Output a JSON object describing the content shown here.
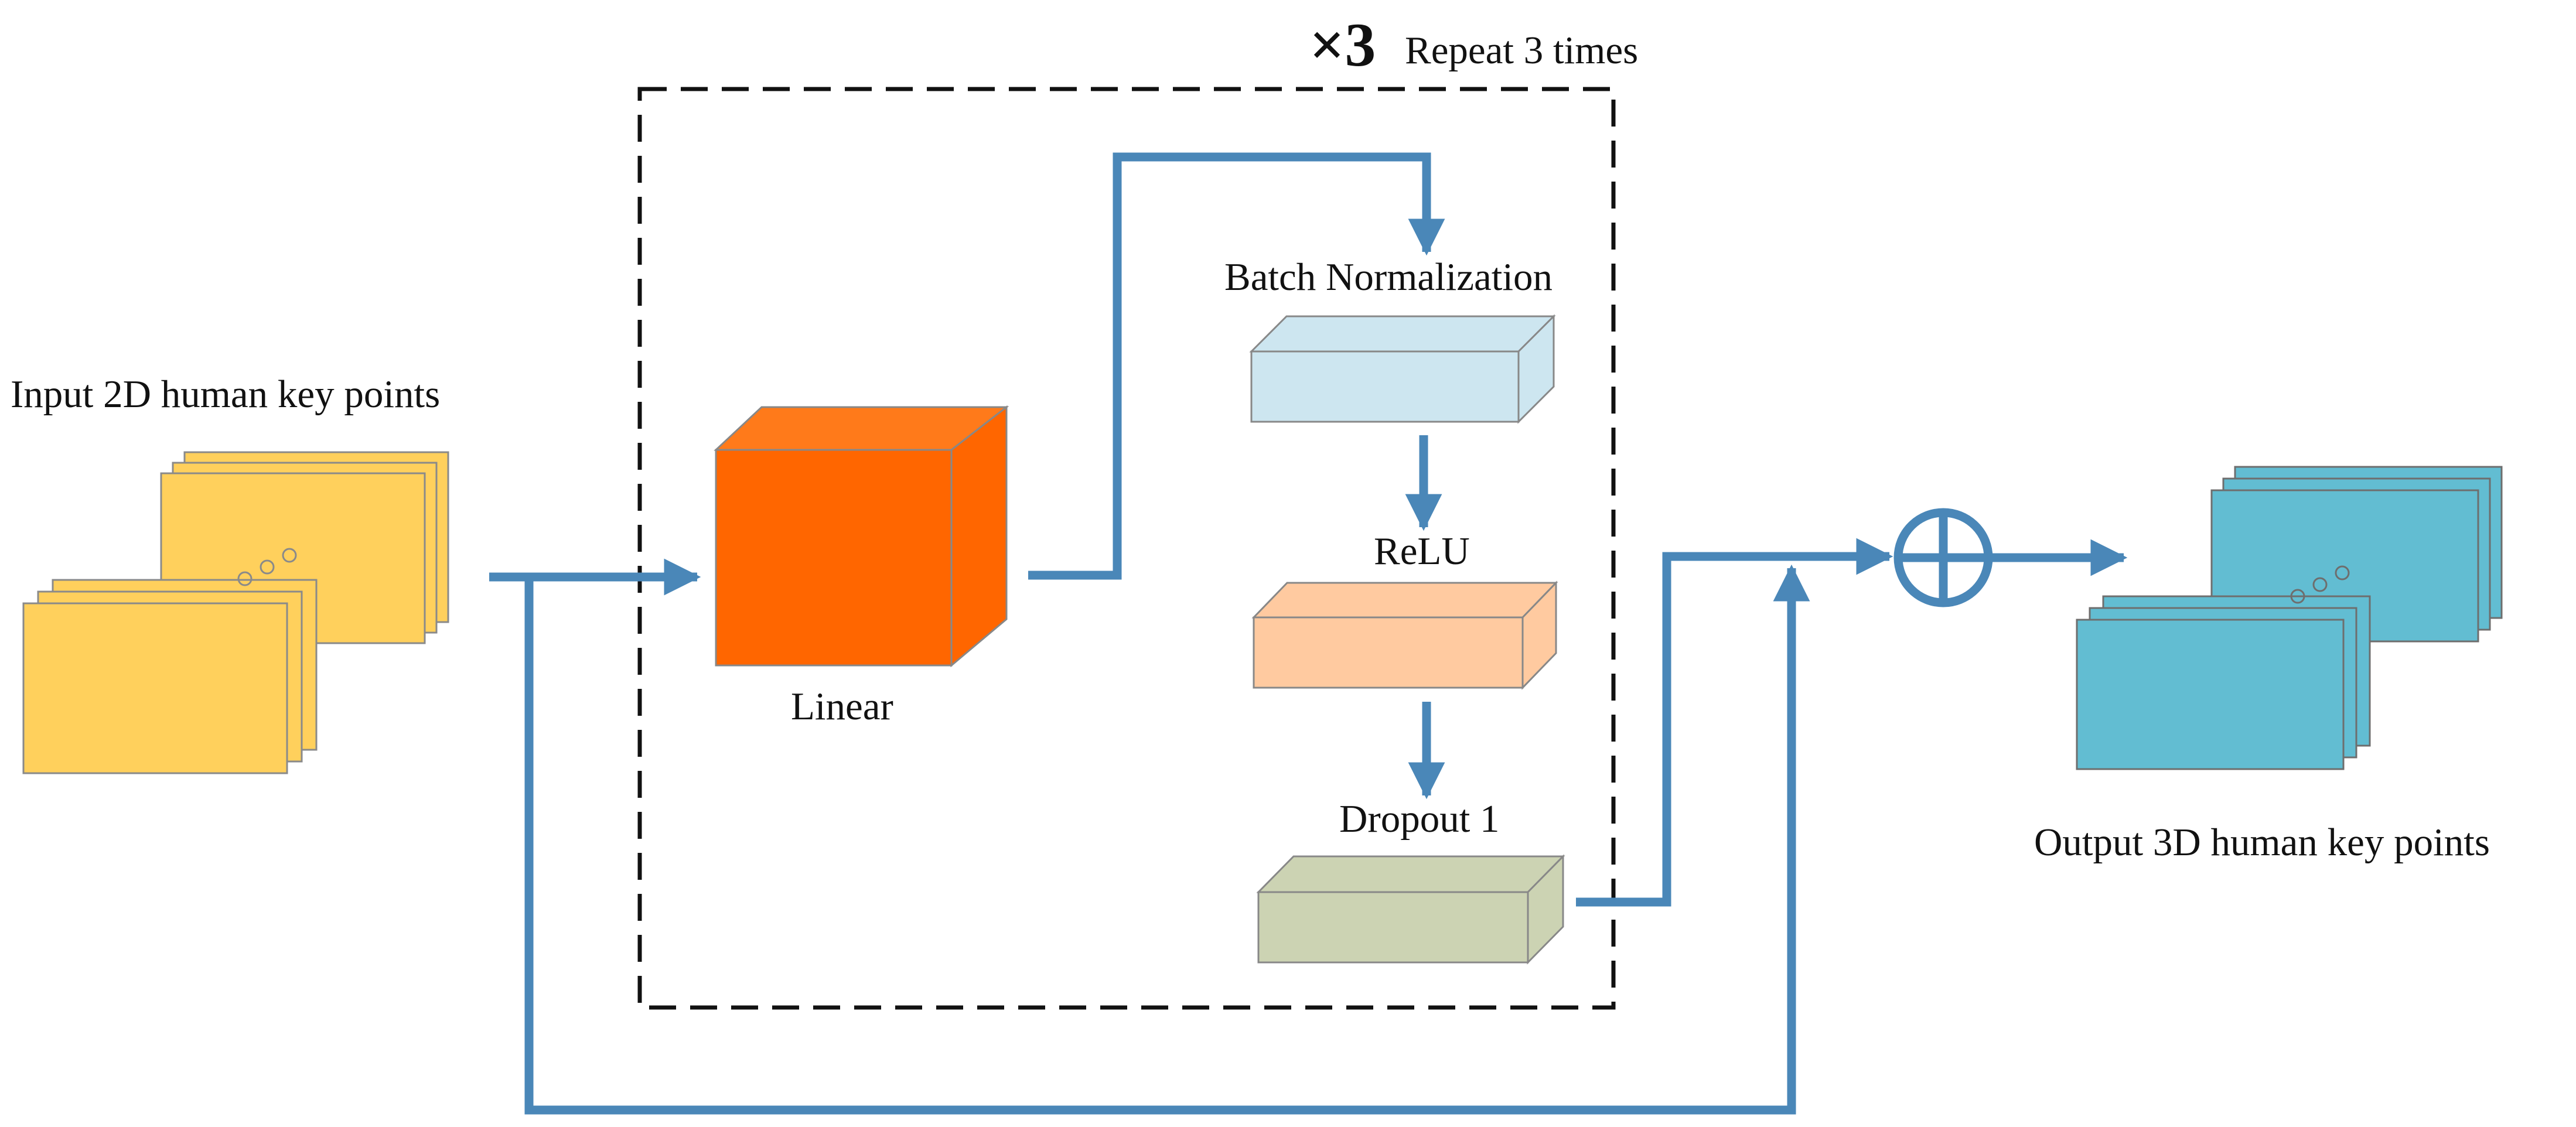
{
  "repeat": {
    "multiplier": "×3",
    "label": "Repeat 3 times"
  },
  "input_label": "Input 2D human key points",
  "output_label": "Output 3D human key points",
  "blocks": {
    "linear": "Linear",
    "batch_norm": "Batch Normalization",
    "relu": "ReLU",
    "dropout": "Dropout 1"
  },
  "colors": {
    "arrow": "#4a87b8",
    "input_stack": "#ffd05c",
    "output_stack": "#62bdd2",
    "linear": "#ff6600",
    "batch_norm": "#cde6f0",
    "relu": "#ffcaa0",
    "dropout": "#ccd3b3",
    "dashed_box": "#111111"
  }
}
